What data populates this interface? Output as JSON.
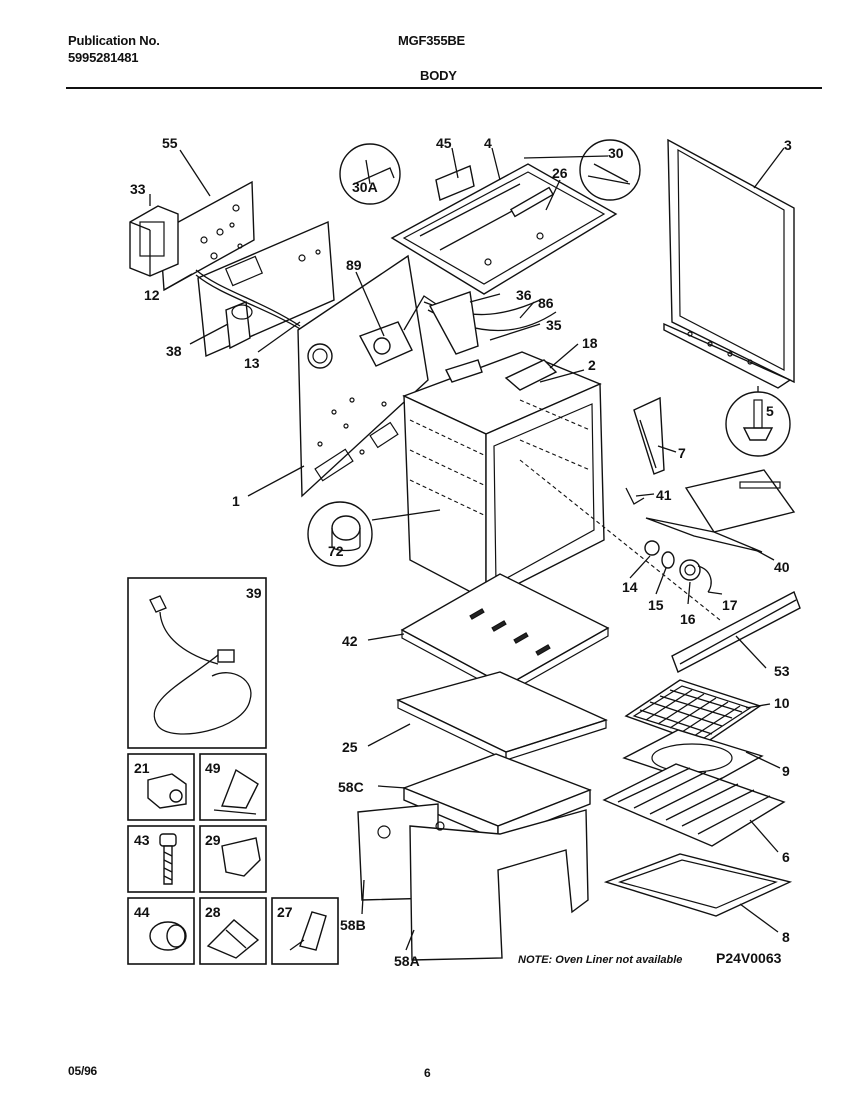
{
  "header": {
    "publication_label": "Publication No.",
    "publication_number": "5995281481",
    "model": "MGF355BE",
    "section": "BODY"
  },
  "footer": {
    "date": "05/96",
    "page": "6"
  },
  "diagram": {
    "note": "NOTE: Oven Liner not available",
    "code": "P24V0063",
    "callouts": {
      "c55": "55",
      "c33": "33",
      "c12": "12",
      "c38": "38",
      "c13": "13",
      "c1": "1",
      "c89": "89",
      "c45": "45",
      "c4": "4",
      "c30A": "30A",
      "c30": "30",
      "c26": "26",
      "c36": "36",
      "c86": "86",
      "c35": "35",
      "c18": "18",
      "c2": "2",
      "c3": "3",
      "c5": "5",
      "c7": "7",
      "c41": "41",
      "c40": "40",
      "c72": "72",
      "c14": "14",
      "c15": "15",
      "c16": "16",
      "c17": "17",
      "c53": "53",
      "c42": "42",
      "c25": "25",
      "c58C": "58C",
      "c58B": "58B",
      "c58A": "58A",
      "c10": "10",
      "c9": "9",
      "c6": "6",
      "c8": "8"
    },
    "insets": {
      "i39": "39",
      "i21": "21",
      "i49": "49",
      "i43": "43",
      "i29": "29",
      "i44": "44",
      "i28": "28",
      "i27": "27"
    }
  }
}
